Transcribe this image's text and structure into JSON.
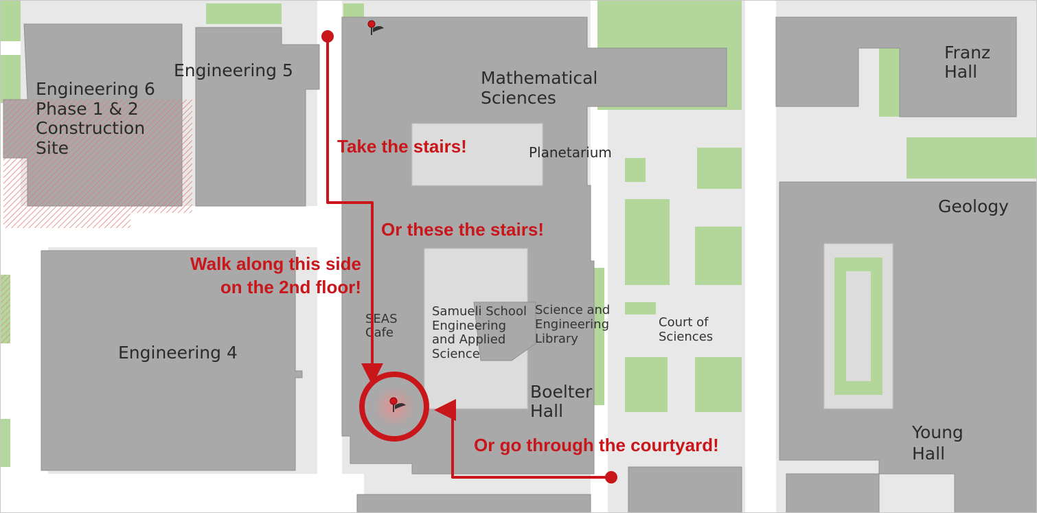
{
  "map": {
    "buildings": {
      "engineering_6": [
        "Engineering 6",
        "Phase 1 & 2",
        "Construction",
        "Site"
      ],
      "engineering_5": "Engineering 5",
      "engineering_4": "Engineering 4",
      "mathematical_sciences": [
        "Mathematical",
        "Sciences"
      ],
      "planetarium": "Planetarium",
      "franz_hall": [
        "Franz",
        "Hall"
      ],
      "geology": "Geology",
      "seas_cafe": [
        "SEAS",
        "Cafe"
      ],
      "samueli_school": [
        "Samueli School",
        "Engineering",
        "and Applied",
        "Science"
      ],
      "science_engineering_library": [
        "Science and",
        "Engineering",
        "Library"
      ],
      "court_of_sciences": [
        "Court of",
        "Sciences"
      ],
      "boelter_hall": [
        "Boelter",
        "Hall"
      ],
      "young_hall": [
        "Young",
        "Hall"
      ]
    },
    "annotations": {
      "take_stairs": "Take the stairs!",
      "these_stairs": "Or these the stairs!",
      "walk_side": [
        "Walk along this side",
        "on the 2nd floor!"
      ],
      "courtyard": "Or go through the courtyard!"
    },
    "colors": {
      "background": "#e8e8e8",
      "building": "#a9a9a9",
      "building_outline": "#8f8f8f",
      "lawn": "#b3d79b",
      "route": "#c8161b",
      "construction_hatch": "#e07a7a"
    },
    "icons": [
      "map-pin-icon"
    ]
  }
}
